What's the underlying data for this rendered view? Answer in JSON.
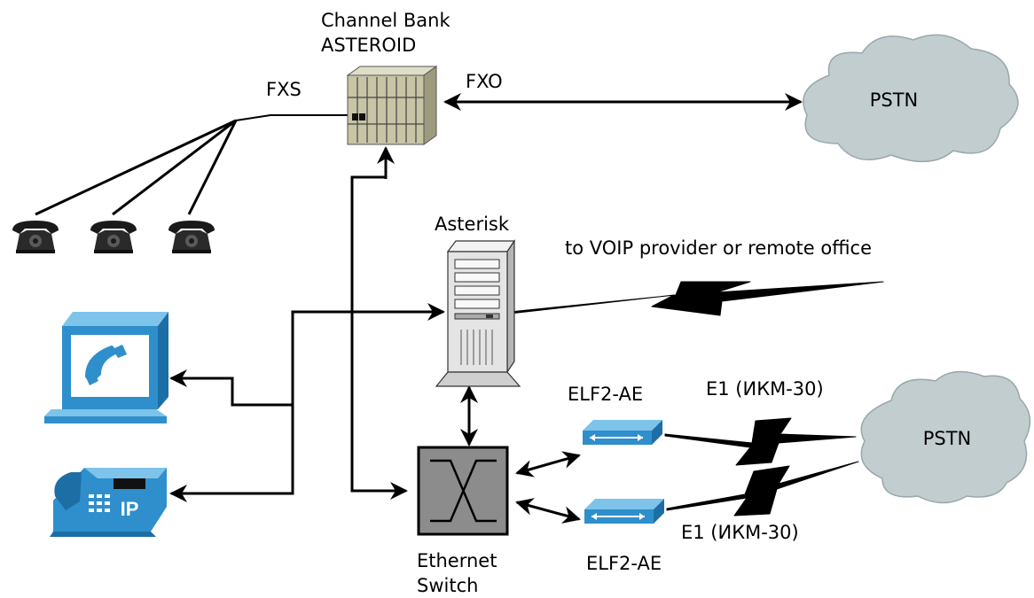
{
  "labels": {
    "channel_bank_line1": "Channel Bank",
    "channel_bank_line2": "ASTEROID",
    "fxs": "FXS",
    "fxo": "FXO",
    "pstn_top": "PSTN",
    "pstn_bottom": "PSTN",
    "asterisk": "Asterisk",
    "voip": "to VOIP provider or remote office",
    "elf_top": "ELF2-AE",
    "elf_bottom": "ELF2-AE",
    "e1_top": "E1 (ИКМ-30)",
    "e1_bottom": "E1 (ИКМ-30)",
    "switch_line1": "Ethernet",
    "switch_line2": "Switch",
    "ip_phone_badge": "IP"
  },
  "colors": {
    "cloud": "#c2cdd0",
    "channel_bank": "#c8c4a6",
    "switch": "#8c8c8c",
    "cisco_blue": "#2e8fcc",
    "server": "#e4e4e4",
    "line": "#000000"
  },
  "icons": {
    "analog_phone": "telephone-icon",
    "softphone": "softphone-workstation-icon",
    "ip_phone": "ip-phone-icon",
    "server": "server-tower-icon",
    "switch": "ethernet-switch-icon",
    "router": "router-icon",
    "cloud": "cloud-icon",
    "channel_bank": "channel-bank-icon"
  }
}
